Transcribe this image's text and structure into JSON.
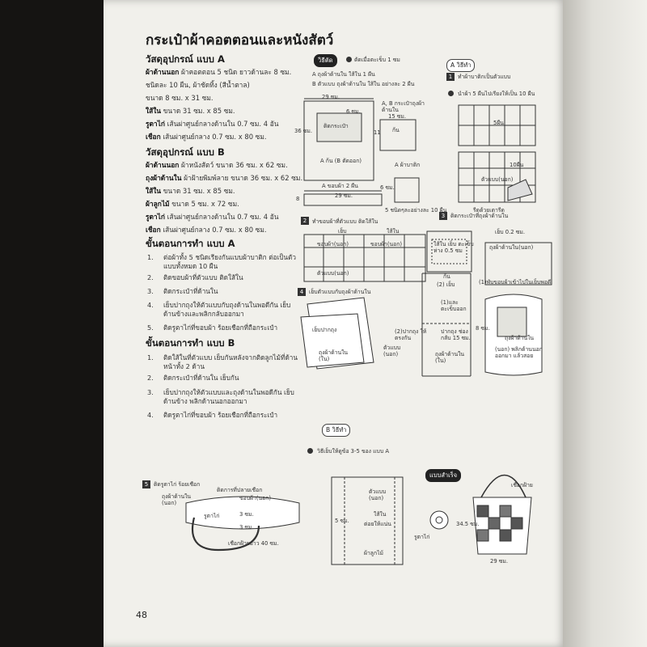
{
  "page": {
    "title": "กระเป๋าผ้าคอตตอนและหนังสัตว์",
    "page_number": "48"
  },
  "materials_a": {
    "heading": "วัสดุอุปกรณ์ แบบ A",
    "lines": [
      {
        "bold": "ผ้าด้านนอก",
        "text": " ผ้าคอตตอน 5 ชนิด ยาวด้านละ 8 ซม."
      },
      {
        "bold": "",
        "text": "ชนิดละ 10 ผืน, ผ้าชัดทิ้ง (สีน้ำตาล)"
      },
      {
        "bold": "",
        "text": "ขนาด 8 ซม. x 31 ซม."
      },
      {
        "bold": "ใส้ใน",
        "text": " ขนาด 31 ซม. x 85 ซม."
      },
      {
        "bold": "รูตาไก่",
        "text": " เส้นผ่าศูนย์กลางด้านใน 0.7 ซม. 4 อัน"
      },
      {
        "bold": "เชือก",
        "text": " เส้นผ่าศูนย์กลาง 0.7 ซม. x 80 ซม."
      }
    ]
  },
  "materials_b": {
    "heading": "วัสดุอุปกรณ์ แบบ B",
    "lines": [
      {
        "bold": "ผ้าด้านนอก",
        "text": " ผ้าหนังสัตว์ ขนาด 36 ซม. x 62 ซม."
      },
      {
        "bold": "ถุงผ้าด้านใน",
        "text": " ผ้าฝ้ายพิมพ์ลาย ขนาด 36 ซม. x 62 ซม."
      },
      {
        "bold": "ใส้ใน",
        "text": " ขนาด 31 ซม. x 85 ซม."
      },
      {
        "bold": "ผ้าลูกไม้",
        "text": " ขนาด 5 ซม. x 72 ซม."
      },
      {
        "bold": "รูตาไก่",
        "text": " เส้นผ่าศูนย์กลางด้านใน 0.7 ซม. 4 อัน"
      },
      {
        "bold": "เชือก",
        "text": " เส้นผ่าศูนย์กลาง 0.7 ซม. x 80 ซม."
      }
    ]
  },
  "steps_a": {
    "heading": "ขั้นตอนการทำ แบบ A",
    "items": [
      {
        "n": "1.",
        "text": "ต่อผ้าทั้ง 5 ชนิดเรียงกันแบบผ้าบาติก ต่อเป็นตัวแบบทั้งหมด 10 ผืน"
      },
      {
        "n": "2.",
        "text": "ติดขอบผ้าที่ตัวแบบ ติดใส้ใน"
      },
      {
        "n": "3.",
        "text": "ติดกระเป๋าที่ด้านใน"
      },
      {
        "n": "4.",
        "text": "เย็บปากถุงให้ตัวแบบกับถุงด้านในพอดีกัน เย็บด้านข้างและพลิกกลับออกมา"
      },
      {
        "n": "5.",
        "text": "ติดรูตาไก่ที่ขอบผ้า ร้อยเชือกที่ถือกระเป๋า"
      }
    ]
  },
  "steps_b": {
    "heading": "ขั้นตอนการทำ แบบ B",
    "items": [
      {
        "n": "1.",
        "text": "ติดใส้ในที่ตัวแบบ เย็บกันหลังจากติดลูกไม้ที่ด้านหน้าทั้ง 2 ด้าน"
      },
      {
        "n": "2.",
        "text": "ติดกระเป๋าที่ด้านใน เย็บกัน"
      },
      {
        "n": "3.",
        "text": "เย็บปากถุงให้ตัวแบบและถุงด้านในพอดีกัน เย็บด้านข้าง พลิกด้านนอกออกมา"
      },
      {
        "n": "4.",
        "text": "ติดรูตาไก่ที่ขอบผ้า ร้อยเชือกที่ถือกระเป๋า"
      }
    ]
  },
  "diagrams": {
    "cut_tag": "วิธีตัด",
    "cut_note": "ตัดเมื่อตะเข็บ 1 ซม",
    "cut_a": "A ถุงผ้าด้านใน ใส้ใน 1 ผืน",
    "cut_b": "B ตัวแบบ ถุงผ้าด้านใน ใส้ใน อย่างละ 2 ผืน",
    "dim_29": "29 ซม.",
    "dim_6": "6 ซม.",
    "dim_36": "36 ซม.",
    "pocket_label": "ติดกระเป๋า",
    "a_bottom": "A ก้น (B ตัดออก)",
    "a_edge": "A ขอบผ้า 2 ผืน",
    "ab_pocket": "A, B กระเป๋าถุงผ้าด้านใน",
    "dim_15": "15 ซม.",
    "dim_11": "11",
    "bottom": "ก้น",
    "a_batik": "A ผ้าบาติก",
    "dim_6b": "6 ซม.",
    "dim_29b": "29 ซม.",
    "dim_8": "8",
    "five_types": "5 ชนิดๆละอย่างละ 10 ผืน",
    "how_a_tag": "A วิธีทำ",
    "a_step1": "ทำผ้าบาติกเป็นตัวแบบ",
    "a_step1_note": "นำผ้า 5 ผืนไปเรียงให้เป็น 10 ผืน",
    "five_pieces": "5ผืน",
    "ten_pieces": "10ผืน",
    "body_out": "ตัวแบบ(นอก)",
    "iron": "รีดด้วยเตารีด",
    "fig2_title": "ทำขอบผ้าที่ตัวแบบ ติดใส้ใน",
    "sew": "เย็บ",
    "lining": "ใส้ใน",
    "edge_out": "ขอบผ้า(นอก)",
    "edge_out2": "ขอบผ้า(นอก)",
    "body_out2": "ตัวแบบ(นอก)",
    "fig3_title": "ติดกระเป๋าที่ถุงผ้าด้านใน",
    "pocket_seam": "ใส้ใน เย็บ ตะเข็บห่าง 0.5 ซม",
    "sew_02": "เย็บ 0.2 ซม.",
    "bag_in": "ถุงผ้าด้านใน(นอก)",
    "fig4_title": "เย็บตัวแบบกับถุงผ้าด้านใน",
    "bottom2": "ก้น",
    "sew_2": "(2) เย็บ",
    "gap": "(1)และ ตะเข็บออก",
    "corner": "(1)พับขอบผ้าเข้าไปในเย็บพอดี",
    "bag_mouth": "เย็บปากถุง",
    "bag_in2": "ถุงผ้าด้านใน (ใน)",
    "fit": "(2)ปากถุง ให้ตรงกัน",
    "body_out3": "ตัวแบบ (นอก)",
    "dim_8b": "8 ซม.",
    "mouth_gap": "ปากถุง ช่องกลับ 15 ซม.",
    "bag_in3": "ถุงผ้าด้านใน (ใน)",
    "bag_in4": "ถุงผ้าด้านใน",
    "turn_out": "(นอก) พลิกด้านนอกออกมา แล้วสอย",
    "how_b_tag": "B วิธีทำ",
    "b_note": "วิธีเย็บให้ดูข้อ 3-5 ของ แบบ A",
    "b_body": "ตัวแบบ (นอก)",
    "b_lining": "ใส้ใน",
    "b_lace_attach": "ต่อยให้แน่น",
    "b_lace": "ผ้าลูกไม้",
    "b_5cm": "5 ซม.",
    "fig5_title": "ติดรูตาไก่ ร้อยเชือก",
    "bag_in5": "ถุงผ้าด้านใน (นอก)",
    "rope_end": "ติดการที่ปลายเชือก",
    "edge_out3": "ขอบผ้า(นอก)",
    "eyelet": "รูตาไก่",
    "dim_3a": "3 ซม.",
    "dim_3b": "3 ซม.",
    "rope_len": "เชือกฝ้ายยาว 40 ซม.",
    "finished_tag": "แบบสำเร็จ",
    "eyelet2": "รูตาไก่",
    "cotton_rope": "เชือกฝ้าย",
    "dim_345": "34.5 ซม.",
    "dim_29c": "29 ซม."
  }
}
